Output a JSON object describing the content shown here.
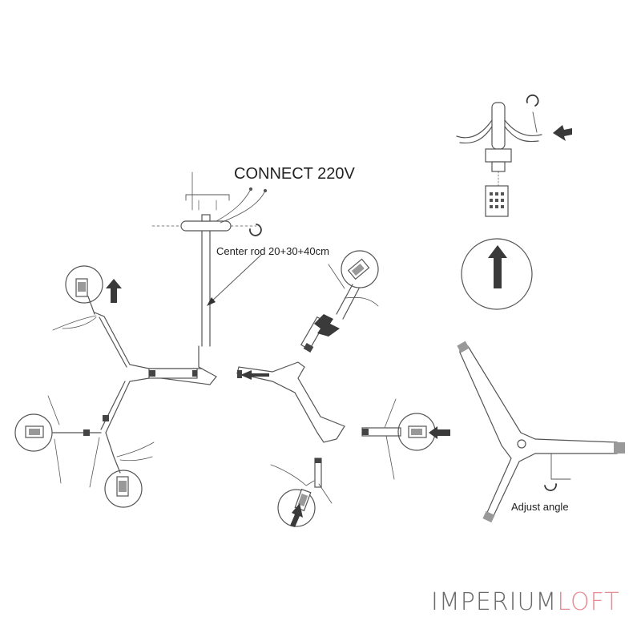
{
  "labels": {
    "connect": "CONNECT 220V",
    "center_rod": "Center rod 20+30+40cm",
    "adjust_angle": "Adjust angle"
  },
  "brand": {
    "part1": "IMPERIUM",
    "part2": "LOFT",
    "color_main": "#6a6a6a",
    "color_accent": "#e88a93"
  },
  "colors": {
    "line": "#555555",
    "arrow": "#3a3a3a"
  }
}
